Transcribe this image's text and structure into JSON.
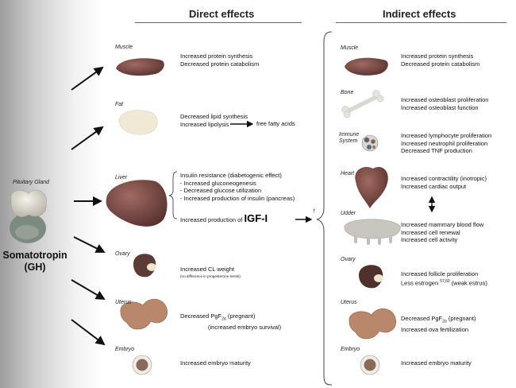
{
  "headers": {
    "direct": "Direct effects",
    "indirect": "Indirect effects"
  },
  "pituitary": {
    "label": "Pituitary Gland",
    "hormone_line1": "Somatotropin",
    "hormone_line2": "(GH)"
  },
  "direct": [
    {
      "organ": "Muscle",
      "effects": [
        "Increased protein synthesis",
        "Decreased protein catabolism"
      ]
    },
    {
      "organ": "Fat",
      "effects": [
        "Decreased lipid synthesis"
      ],
      "lipolysis": "Increased lipolysis",
      "ffa": "free fatty acids"
    },
    {
      "organ": "Liver",
      "effects": [
        "Insulin resistance (diabetogenic effect)",
        "- Increased gluconeogenesis",
        "- Decreased glucose utilization",
        "- Increased production of insulin (pancreas)"
      ],
      "igf_prefix": "Increased production of",
      "igf": "IGF-I",
      "igf_mark": "†"
    },
    {
      "organ": "Ovary",
      "effects": [
        "Increased CL weight"
      ],
      "note": "(no difference in progesterone levels)"
    },
    {
      "organ": "Uterus",
      "pgf_prefix": "Decreased PgF",
      "pgf_sub": "2α",
      "pgf_suffix": " (pregnant)",
      "effects": [
        "(increased embryo survival)"
      ]
    },
    {
      "organ": "Embryo",
      "effects": [
        "Increased embryo maturity"
      ]
    }
  ],
  "indirect": [
    {
      "organ": "Muscle",
      "effects": [
        "Increased protein synthesis",
        "Decreased protein catabolism"
      ]
    },
    {
      "organ": "Bone",
      "effects": [
        "Increased osteoblast proliferation",
        "Increased osteoblast function"
      ]
    },
    {
      "organ_line1": "Immune",
      "organ_line2": "System",
      "effects": [
        "Increased lymphocyte proliferation",
        "Increased neutrophil proliferation",
        "Decreased TNF production"
      ]
    },
    {
      "organ": "Heart",
      "effects": [
        "Increased contractility (inotropic)",
        "Increased cardiac output"
      ]
    },
    {
      "organ": "Udder",
      "effects": [
        "Increased mammary blood flow",
        "Increased cell renewal",
        "Increased cell activity"
      ]
    },
    {
      "organ": "Ovary",
      "effects": [
        "Increased follicle proliferation"
      ],
      "estrogen_prefix": "Less estrogen ",
      "estrogen_sup": "57,60",
      "estrogen_suffix": " (weak estrus)"
    },
    {
      "organ": "Uterus",
      "pgf_prefix": "Decreased PgF",
      "pgf_sub": "2α",
      "pgf_suffix": " (pregnant)",
      "effects": [
        "Increased ova fertilization"
      ]
    },
    {
      "organ": "Embryo",
      "effects": [
        "Increased embryo maturity"
      ]
    }
  ],
  "colors": {
    "organ_red": "#7a4a44",
    "bone": "#e6e3dc",
    "fat": "#efe9d6",
    "embryo": "#8a6a5a",
    "arrow": "#111111",
    "rule": "#666666"
  }
}
